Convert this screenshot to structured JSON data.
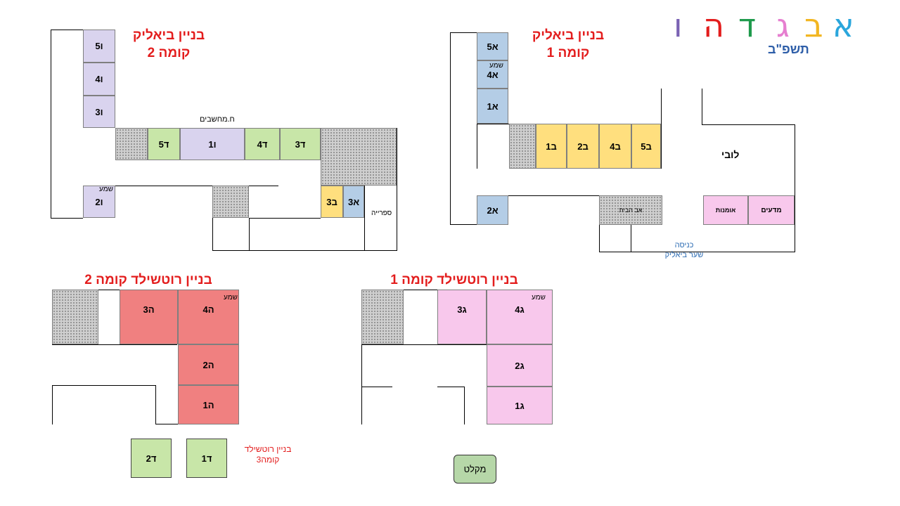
{
  "legend": {
    "letters": [
      {
        "char": "א",
        "color": "#2aa6dc"
      },
      {
        "char": "ב",
        "color": "#f2b622"
      },
      {
        "char": "ג",
        "color": "#e67fd0"
      },
      {
        "char": "ד",
        "color": "#1f9a4c"
      },
      {
        "char": "ה",
        "color": "#e31d1d"
      },
      {
        "char": "ו",
        "color": "#7a62b3"
      }
    ],
    "year": "תשפ\"ב",
    "year_color": "#2e5ea8"
  },
  "colors": {
    "purple": "#d9d3ee",
    "green": "#c8e6a8",
    "yellow": "#ffdf7e",
    "blue": "#b4cde6",
    "pink": "#f8c8ec",
    "red": "#f08080",
    "title": "#e31d1d"
  },
  "bialik2": {
    "title_line1": "בניין ביאליק",
    "title_line2": "קומה 2",
    "rooms": {
      "v5": "ו5",
      "v4": "ו4",
      "v3": "ו3",
      "v2": "ו2",
      "v1": "ו1",
      "d5": "ד5",
      "d4": "ד4",
      "d3": "ד3",
      "b3": "ב3",
      "a3": "א3"
    },
    "computers_label": "ח.מחשבים",
    "counselor_label": "שמע",
    "library_label": "ספרייה"
  },
  "bialik1": {
    "title_line1": "בניין ביאליק",
    "title_line2": "קומה 1",
    "rooms": {
      "a5": "א5",
      "a4": "א4",
      "a1": "א1",
      "a2": "א2",
      "b1": "ב1",
      "b2": "ב2",
      "b4": "ב4",
      "b5": "ב5"
    },
    "counselor_label": "שמע",
    "lobby_label": "לובי",
    "caretaker_label": "אב הבית",
    "arts_label": "אומנות",
    "science_label": "מדעים",
    "entrance_line1": "כניסה",
    "entrance_line2": "שער ביאליק"
  },
  "rothschild2": {
    "title": "בניין רוטשילד קומה 2",
    "rooms": {
      "h3": "ה3",
      "h4": "ה4",
      "h2": "ה2",
      "h1": "ה1"
    },
    "counselor_label": "שמע"
  },
  "rothschild1": {
    "title": "בניין רוטשילד קומה 1",
    "rooms": {
      "g3": "ג3",
      "g4": "ג4",
      "g2": "ג2",
      "g1": "ג1"
    },
    "counselor_label": "שמע"
  },
  "rothschild3": {
    "title_line1": "בניין רוטשילד",
    "title_line2": "קומה3",
    "rooms": {
      "d2": "ד2",
      "d1": "ד1"
    }
  },
  "shelter": {
    "label": "מקלט"
  }
}
